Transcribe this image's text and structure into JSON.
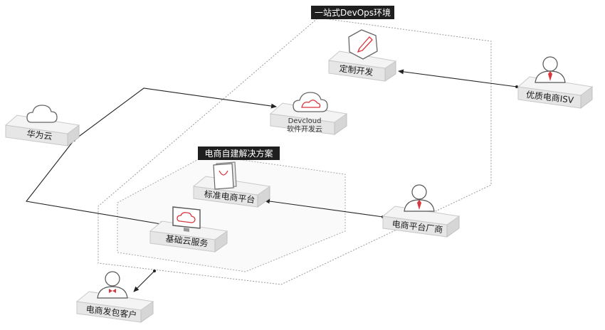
{
  "zones": {
    "devops_title": "一站式DevOps环境",
    "solution_title": "电商自建解决方案"
  },
  "nodes": {
    "custom_dev": "定制开发",
    "quality_isv": "优质电商ISV",
    "huawei_cloud": "华为云",
    "devcloud_line1": "Devcloud",
    "devcloud_line2": "软件开发云",
    "standard_platform": "标准电商平台",
    "platform_vendor": "电商平台厂商",
    "basic_cloud": "基础云服务",
    "outsourcing_customer": "电商发包客户"
  },
  "colors": {
    "accent": "#d9363e",
    "badge": "#1f1f1f",
    "connector": "#222222",
    "platform": "#f4f4f4"
  },
  "icons": [
    "pencil-hexagon-icon",
    "person-tie-icon",
    "cloud-icon",
    "shopping-bag-icon",
    "monitor-cloud-icon",
    "person-bowtie-icon"
  ]
}
